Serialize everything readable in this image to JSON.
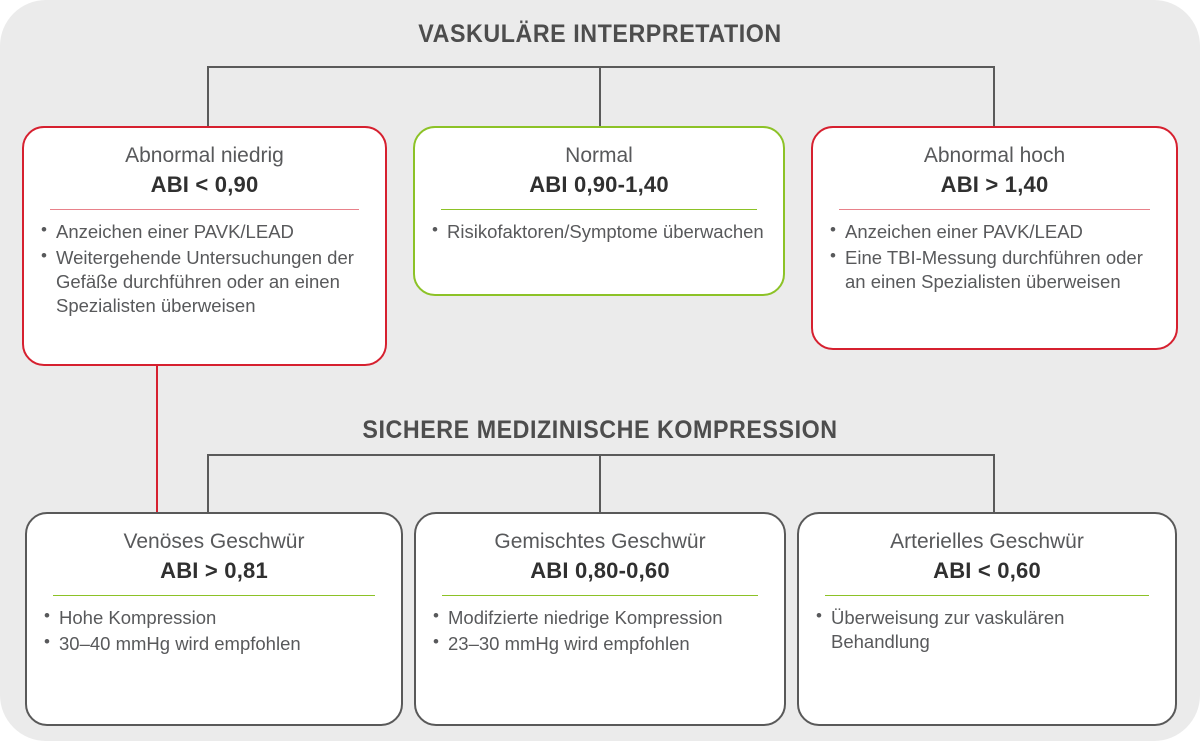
{
  "colors": {
    "background": "#ebebeb",
    "red": "#d6202f",
    "green": "#8cc227",
    "grey_border": "#595959",
    "text_grey": "#58595b",
    "text_dark": "#303030"
  },
  "sections": [
    {
      "id": "vascular",
      "title": "VASKULÄRE INTERPRETATION",
      "cards": [
        {
          "id": "abnormal-low",
          "accent": "red",
          "heading": "Abnormal niedrig",
          "value": "ABI < 0,90",
          "bullets": [
            "Anzeichen einer PAVK/LEAD",
            "Weitergehende Untersuchungen der Gefäße durchführen oder an einen Spezialisten überweisen"
          ]
        },
        {
          "id": "normal",
          "accent": "green",
          "heading": "Normal",
          "value": "ABI 0,90-1,40",
          "bullets": [
            "Risikofaktoren/Symptome überwachen"
          ]
        },
        {
          "id": "abnormal-high",
          "accent": "red",
          "heading": "Abnormal hoch",
          "value": "ABI > 1,40",
          "bullets": [
            "Anzeichen einer PAVK/LEAD",
            "Eine TBI-Messung durchführen oder an einen Spezialisten überweisen"
          ]
        }
      ]
    },
    {
      "id": "compression",
      "title": "SICHERE MEDIZINISCHE KOMPRESSION",
      "cards": [
        {
          "id": "venous",
          "accent": "grey",
          "heading": "Venöses Geschwür",
          "value": "ABI > 0,81",
          "bullets": [
            "Hohe Kompression",
            "30–40 mmHg wird empfohlen"
          ]
        },
        {
          "id": "mixed",
          "accent": "grey",
          "heading": "Gemischtes Geschwür",
          "value": "ABI 0,80-0,60",
          "bullets": [
            "Modifzierte niedrige Kompression",
            "23–30 mmHg wird empfohlen"
          ]
        },
        {
          "id": "arterial",
          "accent": "grey",
          "heading": "Arterielles Geschwür",
          "value": "ABI < 0,60",
          "bullets": [
            "Überweisung zur vaskulären Behandlung"
          ]
        }
      ]
    }
  ]
}
